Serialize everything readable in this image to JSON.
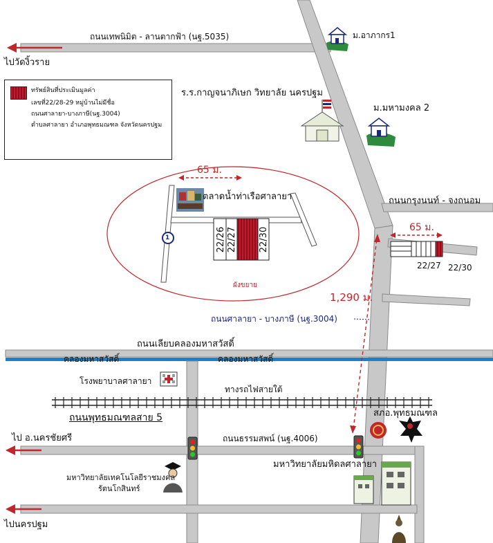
{
  "roads": {
    "north_road": "ถนนเทพนิมิต - ลานตากฟ้า (นฐ.5035)",
    "krung_road": "ถนนกรุงนนท์ - จงถนอม",
    "salaya_road": "ถนนศาลายา - บางภาษี (นฐ.3004)",
    "canal_road": "ถนนเลียบคลองมหาสวัสดิ์",
    "phutthamonthon": "ถนนพุทธมณฑลสาย 5",
    "thammasop": "ถนนธรรมสพน์ (นฐ.4006)",
    "railway": "ทางรถไฟสายใต้"
  },
  "directions": {
    "to_wat": "ไปวัดงิ้วราย",
    "to_chaisri": "ไป อ.นครชัยศรี",
    "to_pathom": "ไปนครปฐม"
  },
  "landmarks": {
    "village1": "ม.อาภากร1",
    "village2": "ม.มหามงคล 2",
    "school": "ร.ร.กาญจนาภิเษก วิทยาลัย นครปฐม",
    "market": "ตลาดน้ำท่าเรือศาลายา",
    "hospital": "โรงพยาบาลศาลายา",
    "police": "สภอ.พุทธมณฑล",
    "mahidol": "มหาวิทยาลัยมหิดลศาลายา",
    "rmut_1": "มหาวิทยาลัยเทคโนโลยีราชมงคล",
    "rmut_2": "รัตนโกสินทร์"
  },
  "canal": {
    "left": "คลองมหาสวัสดิ์",
    "right": "คลองมหาสวัสดิ์"
  },
  "legend": {
    "line1": "ทรัพย์สินที่ประเมินมูลค่า",
    "line2": "เลขที่22/28-29 หมู่บ้านไม่มีชื่อ",
    "line3": "ถนนศาลายา-บางภาษี(นฐ.3004)",
    "line4": "ตำบลศาลายา อำเภอพุทธมณฑล จังหวัดนครปฐม"
  },
  "distances": {
    "d65_a": "65 ม.",
    "d65_b": "65 ม.",
    "d1290": "1,290 ม."
  },
  "plan": {
    "label": "ผังขยาย",
    "plot_a": "22/26",
    "plot_b": "22/27",
    "plot_c": "22/30",
    "small_a": "22/27",
    "small_b": "22/30",
    "soi_sign": "1"
  },
  "colors": {
    "road": "#c8c8c8",
    "road_edge": "#8a8a8a",
    "canal": "#1e7fc6",
    "accent_red": "#c0272d",
    "subject": "#c61b2e",
    "village_green": "#2e8b3e"
  }
}
